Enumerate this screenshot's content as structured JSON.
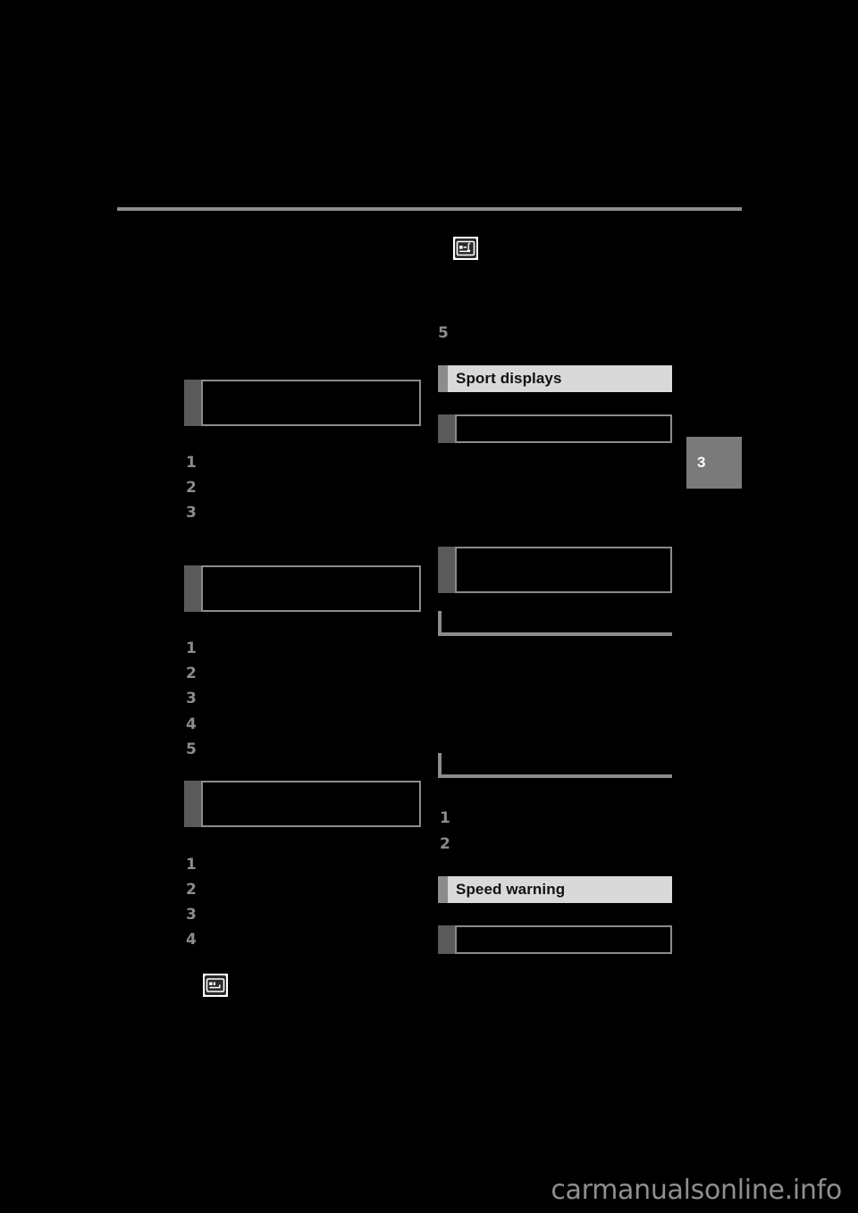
{
  "page": {
    "background_color": "#000000",
    "rule_color": "#8c8c8c",
    "number_label": "3",
    "watermark": "carmanualsonline.info"
  },
  "sections": [
    {
      "id": "sport-displays",
      "title": "Sport displays",
      "title_bg": "#d9d9d9",
      "title_fg": "#111111"
    },
    {
      "id": "speed-warning",
      "title": "Speed warning",
      "title_bg": "#d9d9d9",
      "title_fg": "#111111"
    }
  ],
  "left_column": {
    "callouts": [
      {
        "id": "left-callout-1"
      },
      {
        "id": "left-callout-2"
      },
      {
        "id": "left-callout-3"
      }
    ],
    "lists": [
      {
        "id": "left-list-1",
        "markers": [
          "1",
          "2",
          "3"
        ]
      },
      {
        "id": "left-list-2",
        "markers": [
          "1",
          "2",
          "3",
          "4",
          "5"
        ]
      },
      {
        "id": "left-list-3",
        "markers": [
          "1",
          "2",
          "3",
          "4"
        ]
      }
    ],
    "icons": [
      {
        "id": "display-mode-icon",
        "name": "display-mode-icon"
      }
    ]
  },
  "right_column": {
    "markers": [
      "5"
    ],
    "callouts": [
      {
        "id": "right-callout-1"
      },
      {
        "id": "right-callout-2"
      },
      {
        "id": "right-callout-3"
      }
    ],
    "brackets": [
      {
        "id": "right-bracket-1"
      },
      {
        "id": "right-bracket-2"
      }
    ],
    "lists": [
      {
        "id": "right-list-1",
        "markers": [
          "1",
          "2"
        ]
      }
    ],
    "icons": [
      {
        "id": "instrument-cluster-icon",
        "name": "instrument-cluster-icon"
      }
    ]
  }
}
